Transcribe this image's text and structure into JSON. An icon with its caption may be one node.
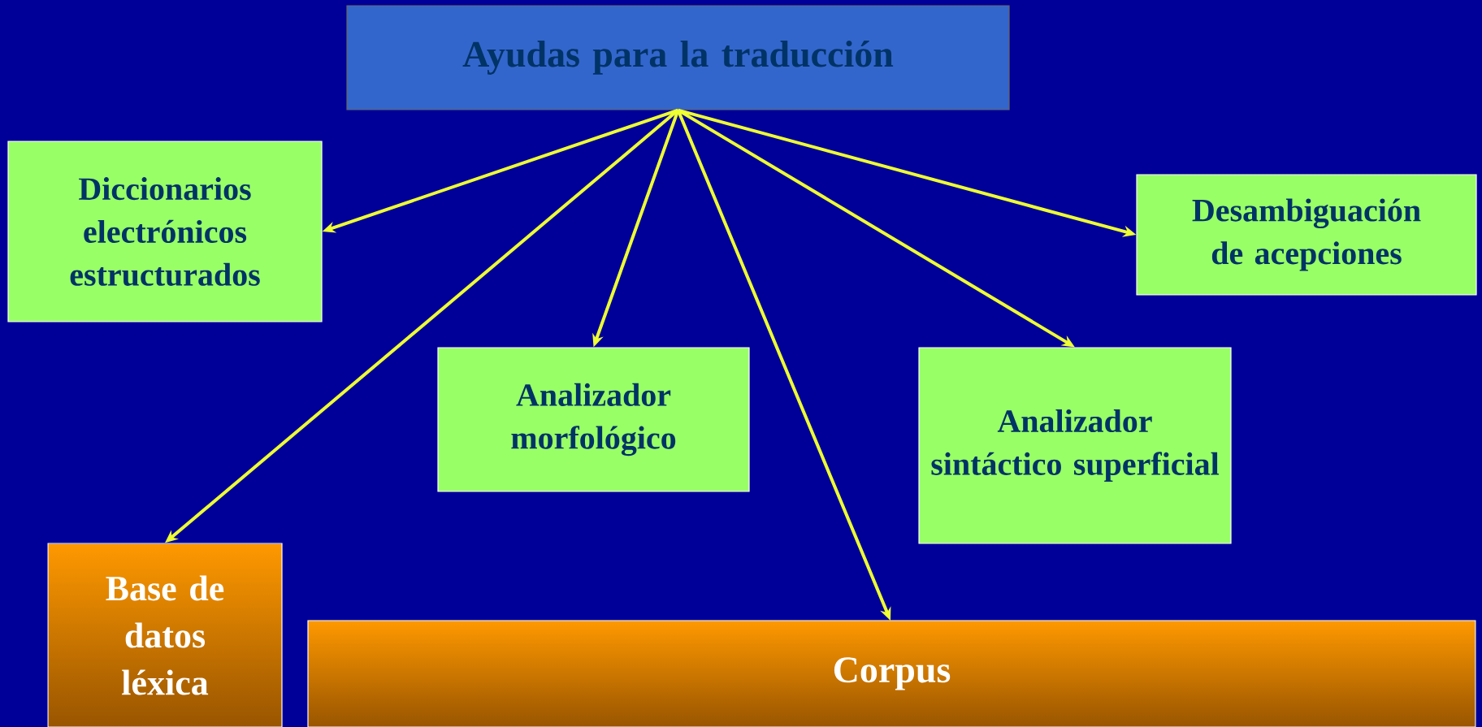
{
  "diagram": {
    "nodes": [
      {
        "text": [
          "Ayudas para la traducción"
        ]
      },
      {
        "text": [
          "Diccionarios electrónicos estructurados"
        ]
      },
      {
        "text": [
          "Desambiguación de acepciones"
        ]
      },
      {
        "text": [
          "Analizador morfológico"
        ]
      },
      {
        "text": [
          "Analizador sintáctico superficial"
        ]
      },
      {
        "text": [
          "Base de datos léxica"
        ]
      },
      {
        "text": [
          "Corpus"
        ]
      }
    ],
    "edges": [
      {
        "from": 0,
        "to": 1,
        "arrow": "to"
      },
      {
        "from": 0,
        "to": 5,
        "arrow": "to"
      },
      {
        "from": 0,
        "to": 3,
        "arrow": "to"
      },
      {
        "from": 0,
        "to": 6,
        "arrow": "to"
      },
      {
        "from": 0,
        "to": 4,
        "arrow": "to"
      },
      {
        "from": 0,
        "to": 2,
        "arrow": "to"
      }
    ]
  }
}
